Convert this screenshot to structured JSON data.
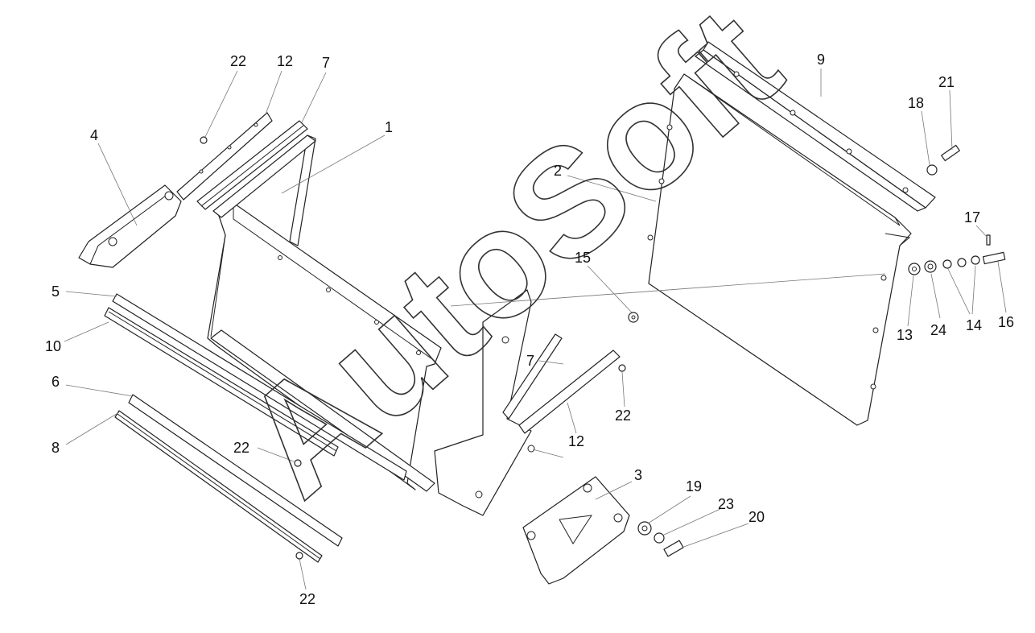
{
  "watermark": "AutoSoft",
  "callouts": [
    "22",
    "12",
    "7",
    "1",
    "4",
    "5",
    "10",
    "6",
    "8",
    "22",
    "22",
    "2",
    "9",
    "18",
    "21",
    "17",
    "15",
    "13",
    "24",
    "14",
    "16",
    "7",
    "22",
    "12",
    "3",
    "19",
    "23",
    "20"
  ]
}
